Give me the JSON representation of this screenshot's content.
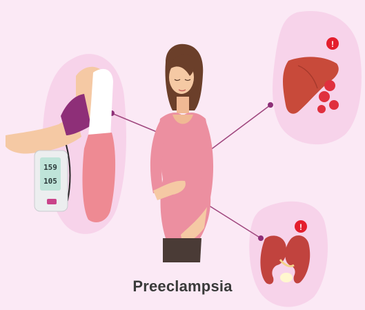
{
  "title": "Preeclampsia",
  "blood_pressure_monitor": {
    "systolic": "159",
    "diastolic": "105"
  },
  "colors": {
    "background": "#fbe9f5",
    "blob": "#f7d3ea",
    "connector": "#a0487f",
    "skin": "#f5c9a4",
    "top": "#ec8fa0",
    "hair": "#6b3f2a",
    "cuff": "#8e2f78",
    "liver": "#c84a3a",
    "kidney": "#c1433e",
    "alert": "#e41e2d"
  },
  "icons": [
    "blood-pressure-monitor-icon",
    "liver-icon",
    "kidney-icon",
    "red-blood-cell-icon",
    "alert-icon"
  ]
}
